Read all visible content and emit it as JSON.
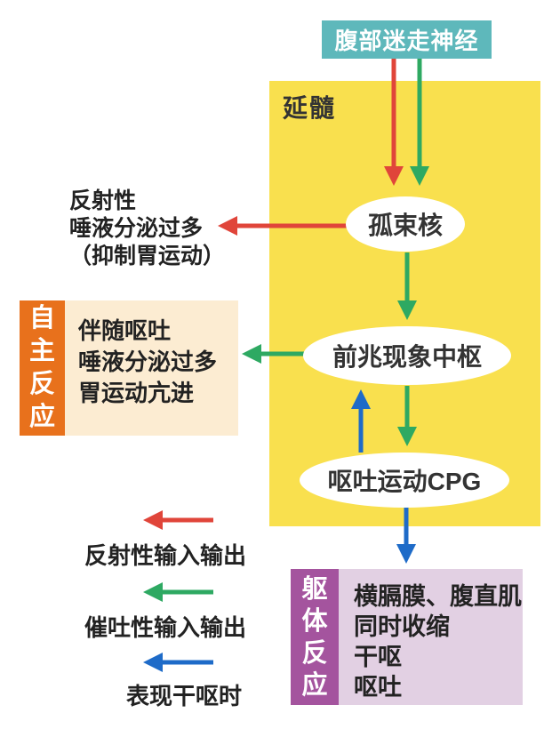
{
  "diagram": {
    "vagus_box": {
      "label": "腹部迷走神经"
    },
    "medulla": {
      "label": "延髓"
    },
    "nodes": {
      "nts": {
        "label": "孤束核"
      },
      "prodrome": {
        "label": "前兆现象中枢"
      },
      "cpg": {
        "label": "呕吐运动CPG"
      }
    },
    "reflex_output": {
      "lines": [
        "反射性",
        "唾液分泌过多",
        "（抑制胃运动）"
      ]
    },
    "autonomic": {
      "label": "自主反应",
      "lines": [
        "伴随呕吐",
        "唾液分泌过多",
        "胃运动亢进"
      ]
    },
    "somatic": {
      "label": "躯体反应",
      "lines": [
        "横膈膜、腹直肌",
        "同时收缩",
        "干呕",
        "呕吐"
      ]
    },
    "legend": [
      {
        "color": "#e0453a",
        "label": "反射性输入输出"
      },
      {
        "color": "#2ea962",
        "label": "催吐性输入输出"
      },
      {
        "color": "#1e6bc8",
        "label": "表现干呕时"
      }
    ],
    "colors": {
      "vagus_box_bg": "#5eb8bb",
      "medulla_bg": "#f9e04e",
      "reflex_arrow_red": "#e0453a",
      "emetic_arrow_green": "#2ea962",
      "retch_arrow_blue": "#1e6bc8",
      "autonomic_label_bg": "#e8711c",
      "autonomic_box_bg": "#fcecd2",
      "somatic_label_bg": "#a4549e",
      "somatic_box_bg": "#e2d0e3"
    }
  }
}
